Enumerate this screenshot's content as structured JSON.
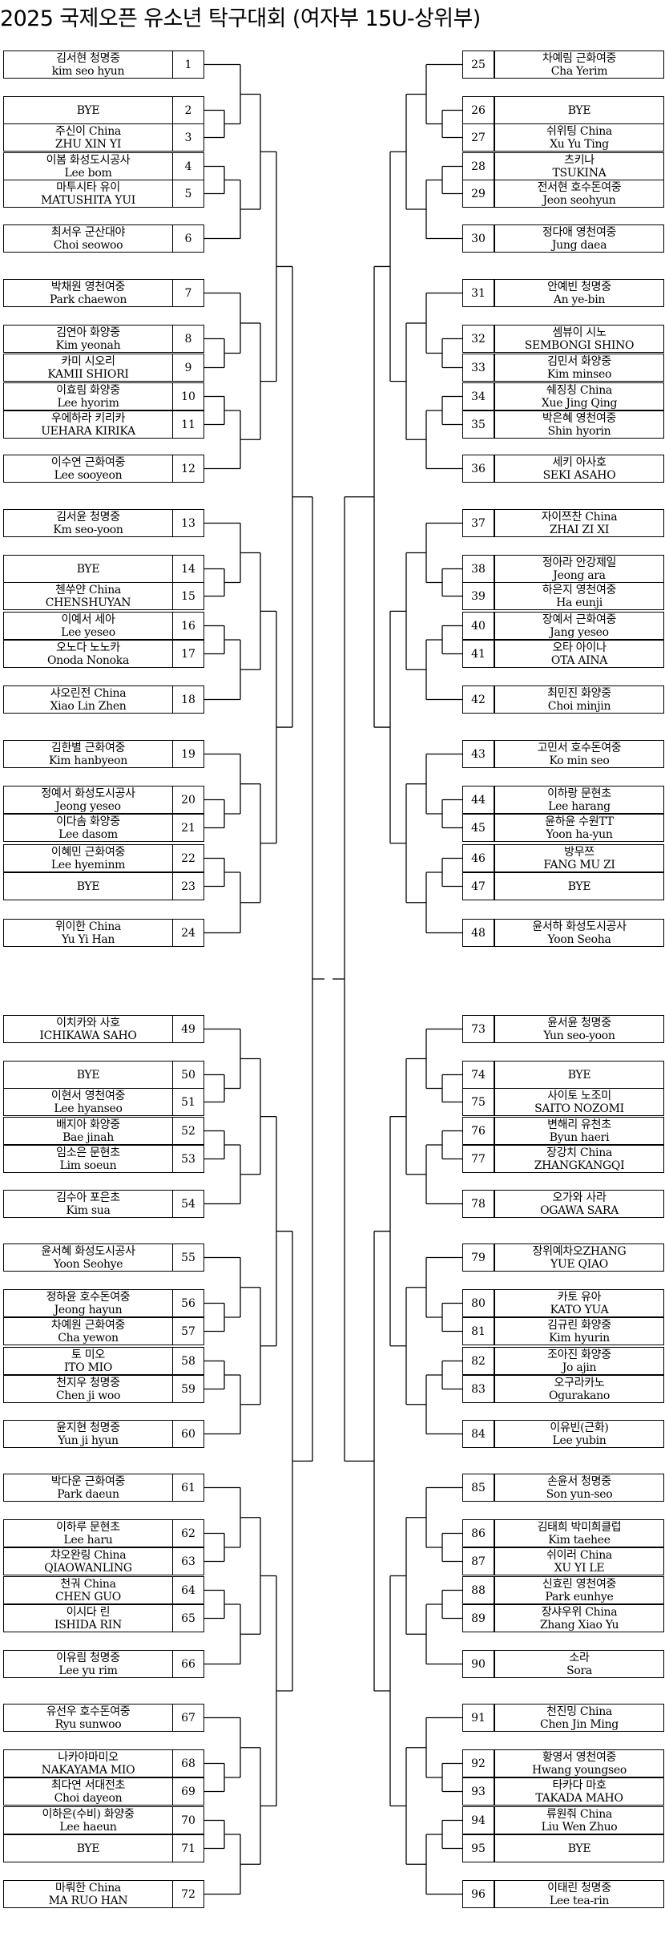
{
  "title": "2025 국제오픈 유소년 탁구대회 (여자부 15U-상위부)",
  "players": [
    {
      "no": "1",
      "lines": [
        "김서현 청명중",
        "kim seo hyun"
      ]
    },
    {
      "no": "2",
      "lines": [
        "BYE"
      ]
    },
    {
      "no": "3",
      "lines": [
        "주신이  China",
        "ZHU XIN YI"
      ]
    },
    {
      "no": "4",
      "lines": [
        "이봄 화성도시공사",
        "Lee bom"
      ]
    },
    {
      "no": "5",
      "lines": [
        "마투시타 유이",
        "MATUSHITA YUI"
      ]
    },
    {
      "no": "6",
      "lines": [
        "최서우 군산대야",
        "Choi seowoo"
      ]
    },
    {
      "no": "7",
      "lines": [
        "박채원 영천여중",
        "Park chaewon"
      ]
    },
    {
      "no": "8",
      "lines": [
        "김연아 화양중",
        "Kim yeonah"
      ]
    },
    {
      "no": "9",
      "lines": [
        "카미 시오리",
        "KAMII SHIORI"
      ]
    },
    {
      "no": "10",
      "lines": [
        "이효림 화양중",
        "Lee hyorim"
      ]
    },
    {
      "no": "11",
      "lines": [
        "우에하라 키리카",
        "UEHARA KIRIKA"
      ]
    },
    {
      "no": "12",
      "lines": [
        "이수연 근화여중",
        "Lee sooyeon"
      ]
    },
    {
      "no": "13",
      "lines": [
        "김서윤 청명중",
        "Km seo-yoon"
      ]
    },
    {
      "no": "14",
      "lines": [
        "BYE"
      ]
    },
    {
      "no": "15",
      "lines": [
        "첸쑤얀  China",
        "CHENSHUYAN"
      ]
    },
    {
      "no": "16",
      "lines": [
        "이예서 세아",
        "Lee yeseo"
      ]
    },
    {
      "no": "17",
      "lines": [
        "오노다 노노카",
        "Onoda Nonoka"
      ]
    },
    {
      "no": "18",
      "lines": [
        "샤오린전 China",
        "Xiao Lin Zhen"
      ]
    },
    {
      "no": "19",
      "lines": [
        "김한별 근화여중",
        "Kim hanbyeon"
      ]
    },
    {
      "no": "20",
      "lines": [
        "정예서 화성도시공사",
        "Jeong yeseo"
      ]
    },
    {
      "no": "21",
      "lines": [
        "이다솜 화양중",
        "Lee dasom"
      ]
    },
    {
      "no": "22",
      "lines": [
        "이혜민 근화여중",
        "Lee hyeminm"
      ]
    },
    {
      "no": "23",
      "lines": [
        "BYE"
      ]
    },
    {
      "no": "24",
      "lines": [
        "위이한 China",
        "Yu Yi Han"
      ]
    },
    {
      "no": "25",
      "lines": [
        "차예림 근화여중",
        "Cha Yerim"
      ]
    },
    {
      "no": "26",
      "lines": [
        "BYE"
      ]
    },
    {
      "no": "27",
      "lines": [
        "쉬위팅  China",
        "Xu Yu Ting"
      ]
    },
    {
      "no": "28",
      "lines": [
        "츠키나",
        "TSUKINA"
      ]
    },
    {
      "no": "29",
      "lines": [
        "전서현 호수돈여중",
        "Jeon seohyun"
      ]
    },
    {
      "no": "30",
      "lines": [
        "정다애 영천여중",
        "Jung daea"
      ]
    },
    {
      "no": "31",
      "lines": [
        "안예빈 청명중",
        "An ye-bin"
      ]
    },
    {
      "no": "32",
      "lines": [
        "셈뷰이 시노",
        "SEMBONGI SHINO"
      ]
    },
    {
      "no": "33",
      "lines": [
        "김민서 화양중",
        "Kim minseo"
      ]
    },
    {
      "no": "34",
      "lines": [
        "쉐징칭 China",
        "Xue Jing Qing"
      ]
    },
    {
      "no": "35",
      "lines": [
        "박은혜 영천여중",
        "Shin hyorin"
      ]
    },
    {
      "no": "36",
      "lines": [
        "세키 아사호",
        "SEKI ASAHO"
      ]
    },
    {
      "no": "37",
      "lines": [
        "자이쯔찬 China",
        "ZHAI ZI XI"
      ]
    },
    {
      "no": "38",
      "lines": [
        "정아라 안강제일",
        "Jeong ara"
      ]
    },
    {
      "no": "39",
      "lines": [
        "하은지 영천여중",
        "Ha eunji"
      ]
    },
    {
      "no": "40",
      "lines": [
        "장예서 근화여중",
        "Jang yeseo"
      ]
    },
    {
      "no": "41",
      "lines": [
        "오타 아이나",
        "OTA AINA"
      ]
    },
    {
      "no": "42",
      "lines": [
        "최민진 화양중",
        "Choi minjin"
      ]
    },
    {
      "no": "43",
      "lines": [
        "고민서 호수돈여중",
        "Ko min seo"
      ]
    },
    {
      "no": "44",
      "lines": [
        "이하랑 문현초",
        "Lee harang"
      ]
    },
    {
      "no": "45",
      "lines": [
        "윤하윤 수원TT",
        "Yoon ha-yun"
      ]
    },
    {
      "no": "46",
      "lines": [
        "방무쯔",
        "FANG MU ZI"
      ]
    },
    {
      "no": "47",
      "lines": [
        "BYE"
      ]
    },
    {
      "no": "48",
      "lines": [
        "윤서하 화성도시공사",
        "Yoon Seoha"
      ]
    },
    {
      "no": "49",
      "lines": [
        "이치카와 사호",
        "ICHIKAWA SAHO"
      ]
    },
    {
      "no": "50",
      "lines": [
        "BYE"
      ]
    },
    {
      "no": "51",
      "lines": [
        "이현서 영천여중",
        "Lee hyanseo"
      ]
    },
    {
      "no": "52",
      "lines": [
        "배지아 화양중",
        "Bae jinah"
      ]
    },
    {
      "no": "53",
      "lines": [
        "임소은 문현초",
        "Lim soeun"
      ]
    },
    {
      "no": "54",
      "lines": [
        "김수아 포은초",
        "Kim sua"
      ]
    },
    {
      "no": "55",
      "lines": [
        "윤서혜 화성도시공사",
        "Yoon Seohye"
      ]
    },
    {
      "no": "56",
      "lines": [
        "정하윤 호수돈여중",
        "Jeong hayun"
      ]
    },
    {
      "no": "57",
      "lines": [
        "차예원 근화여중",
        "Cha yewon"
      ]
    },
    {
      "no": "58",
      "lines": [
        "토 미오",
        "ITO MIO"
      ]
    },
    {
      "no": "59",
      "lines": [
        "천지우 청명중",
        "Chen ji woo"
      ]
    },
    {
      "no": "60",
      "lines": [
        "윤지현 청명중",
        "Yun ji hyun"
      ]
    },
    {
      "no": "61",
      "lines": [
        "박다운 근화여중",
        "Park daeun"
      ]
    },
    {
      "no": "62",
      "lines": [
        "이하루 문현초",
        "Lee haru"
      ]
    },
    {
      "no": "63",
      "lines": [
        "챠오완링 China",
        "QIAOWANLING"
      ]
    },
    {
      "no": "64",
      "lines": [
        "천궈 China",
        "CHEN GUO"
      ]
    },
    {
      "no": "65",
      "lines": [
        "이시다 린",
        "ISHIDA RIN"
      ]
    },
    {
      "no": "66",
      "lines": [
        "이유림 청명중",
        "Lee yu rim"
      ]
    },
    {
      "no": "67",
      "lines": [
        "유선우 호수돈여중",
        "Ryu sunwoo"
      ]
    },
    {
      "no": "68",
      "lines": [
        "나카야마미오",
        "NAKAYAMA MIO"
      ]
    },
    {
      "no": "69",
      "lines": [
        "최다연 서대전초",
        "Choi dayeon"
      ]
    },
    {
      "no": "70",
      "lines": [
        "이하은(수비) 화양중",
        "Lee haeun"
      ]
    },
    {
      "no": "71",
      "lines": [
        "BYE"
      ]
    },
    {
      "no": "72",
      "lines": [
        "마뤄한 China",
        "MA RUO HAN"
      ]
    },
    {
      "no": "73",
      "lines": [
        "윤서윤 청명중",
        "Yun seo-yoon"
      ]
    },
    {
      "no": "74",
      "lines": [
        "BYE"
      ]
    },
    {
      "no": "75",
      "lines": [
        "사이토 노조미",
        "SAITO NOZOMI"
      ]
    },
    {
      "no": "76",
      "lines": [
        "변해리 유천초",
        "Byun haeri"
      ]
    },
    {
      "no": "77",
      "lines": [
        "장강치 China",
        "ZHANGKANGQI"
      ]
    },
    {
      "no": "78",
      "lines": [
        "오가와 사라",
        "OGAWA SARA"
      ]
    },
    {
      "no": "79",
      "lines": [
        "장위예차오ZHANG",
        "YUE QIAO"
      ]
    },
    {
      "no": "80",
      "lines": [
        "카토 유아",
        "KATO YUA"
      ]
    },
    {
      "no": "81",
      "lines": [
        "김규린 화양중",
        "Kim hyurin"
      ]
    },
    {
      "no": "82",
      "lines": [
        "조아진 화양중",
        "Jo ajin"
      ]
    },
    {
      "no": "83",
      "lines": [
        "오구라카노",
        "Ogurakano"
      ]
    },
    {
      "no": "84",
      "lines": [
        "이유빈(근화)",
        "Lee yubin"
      ]
    },
    {
      "no": "85",
      "lines": [
        "손윤서 청명중",
        "Son yun-seo"
      ]
    },
    {
      "no": "86",
      "lines": [
        "김태희 박미희클럽",
        "Kim taehee"
      ]
    },
    {
      "no": "87",
      "lines": [
        "쉬이러 China",
        "XU YI LE"
      ]
    },
    {
      "no": "88",
      "lines": [
        "신효린 영천여중",
        "Park eunhye"
      ]
    },
    {
      "no": "89",
      "lines": [
        "장샤우위 China",
        "Zhang Xiao Yu"
      ]
    },
    {
      "no": "90",
      "lines": [
        "소라",
        "Sora"
      ]
    },
    {
      "no": "91",
      "lines": [
        "천진밍 China",
        "Chen Jin Ming"
      ]
    },
    {
      "no": "92",
      "lines": [
        "황영서 영천여중",
        "Hwang youngseo"
      ]
    },
    {
      "no": "93",
      "lines": [
        "타카다 마호",
        "TAKADA MAHO"
      ]
    },
    {
      "no": "94",
      "lines": [
        "류원줘 China",
        "Liu Wen Zhuo"
      ]
    },
    {
      "no": "95",
      "lines": [
        "BYE"
      ]
    },
    {
      "no": "96",
      "lines": [
        "이태린 청명중",
        "Lee tea-rin"
      ]
    }
  ]
}
